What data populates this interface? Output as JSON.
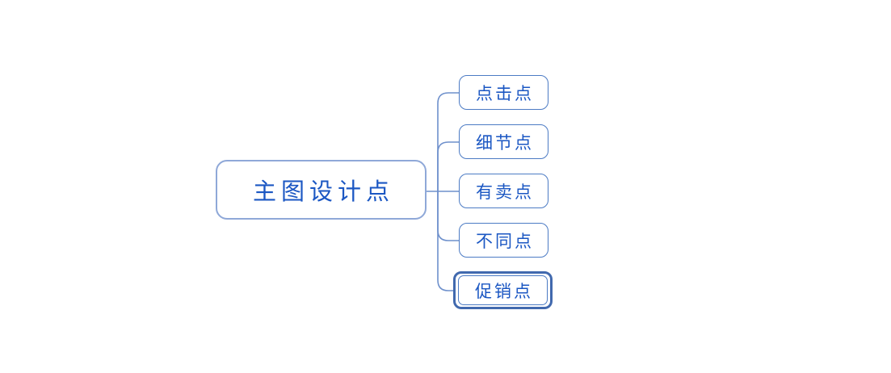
{
  "diagram": {
    "type": "mindmap",
    "root": {
      "label": "主图设计点"
    },
    "children": [
      {
        "label": "点击点",
        "selected": false
      },
      {
        "label": "细节点",
        "selected": false
      },
      {
        "label": "有卖点",
        "selected": false
      },
      {
        "label": "不同点",
        "selected": false
      },
      {
        "label": "促销点",
        "selected": true
      }
    ],
    "colors": {
      "background": "#FFFFFF",
      "root_border": "#8FA8D8",
      "child_border": "#4C7BC4",
      "line": "#6E90CC",
      "text": "#1B57C3",
      "selection": "#4169AE"
    }
  }
}
